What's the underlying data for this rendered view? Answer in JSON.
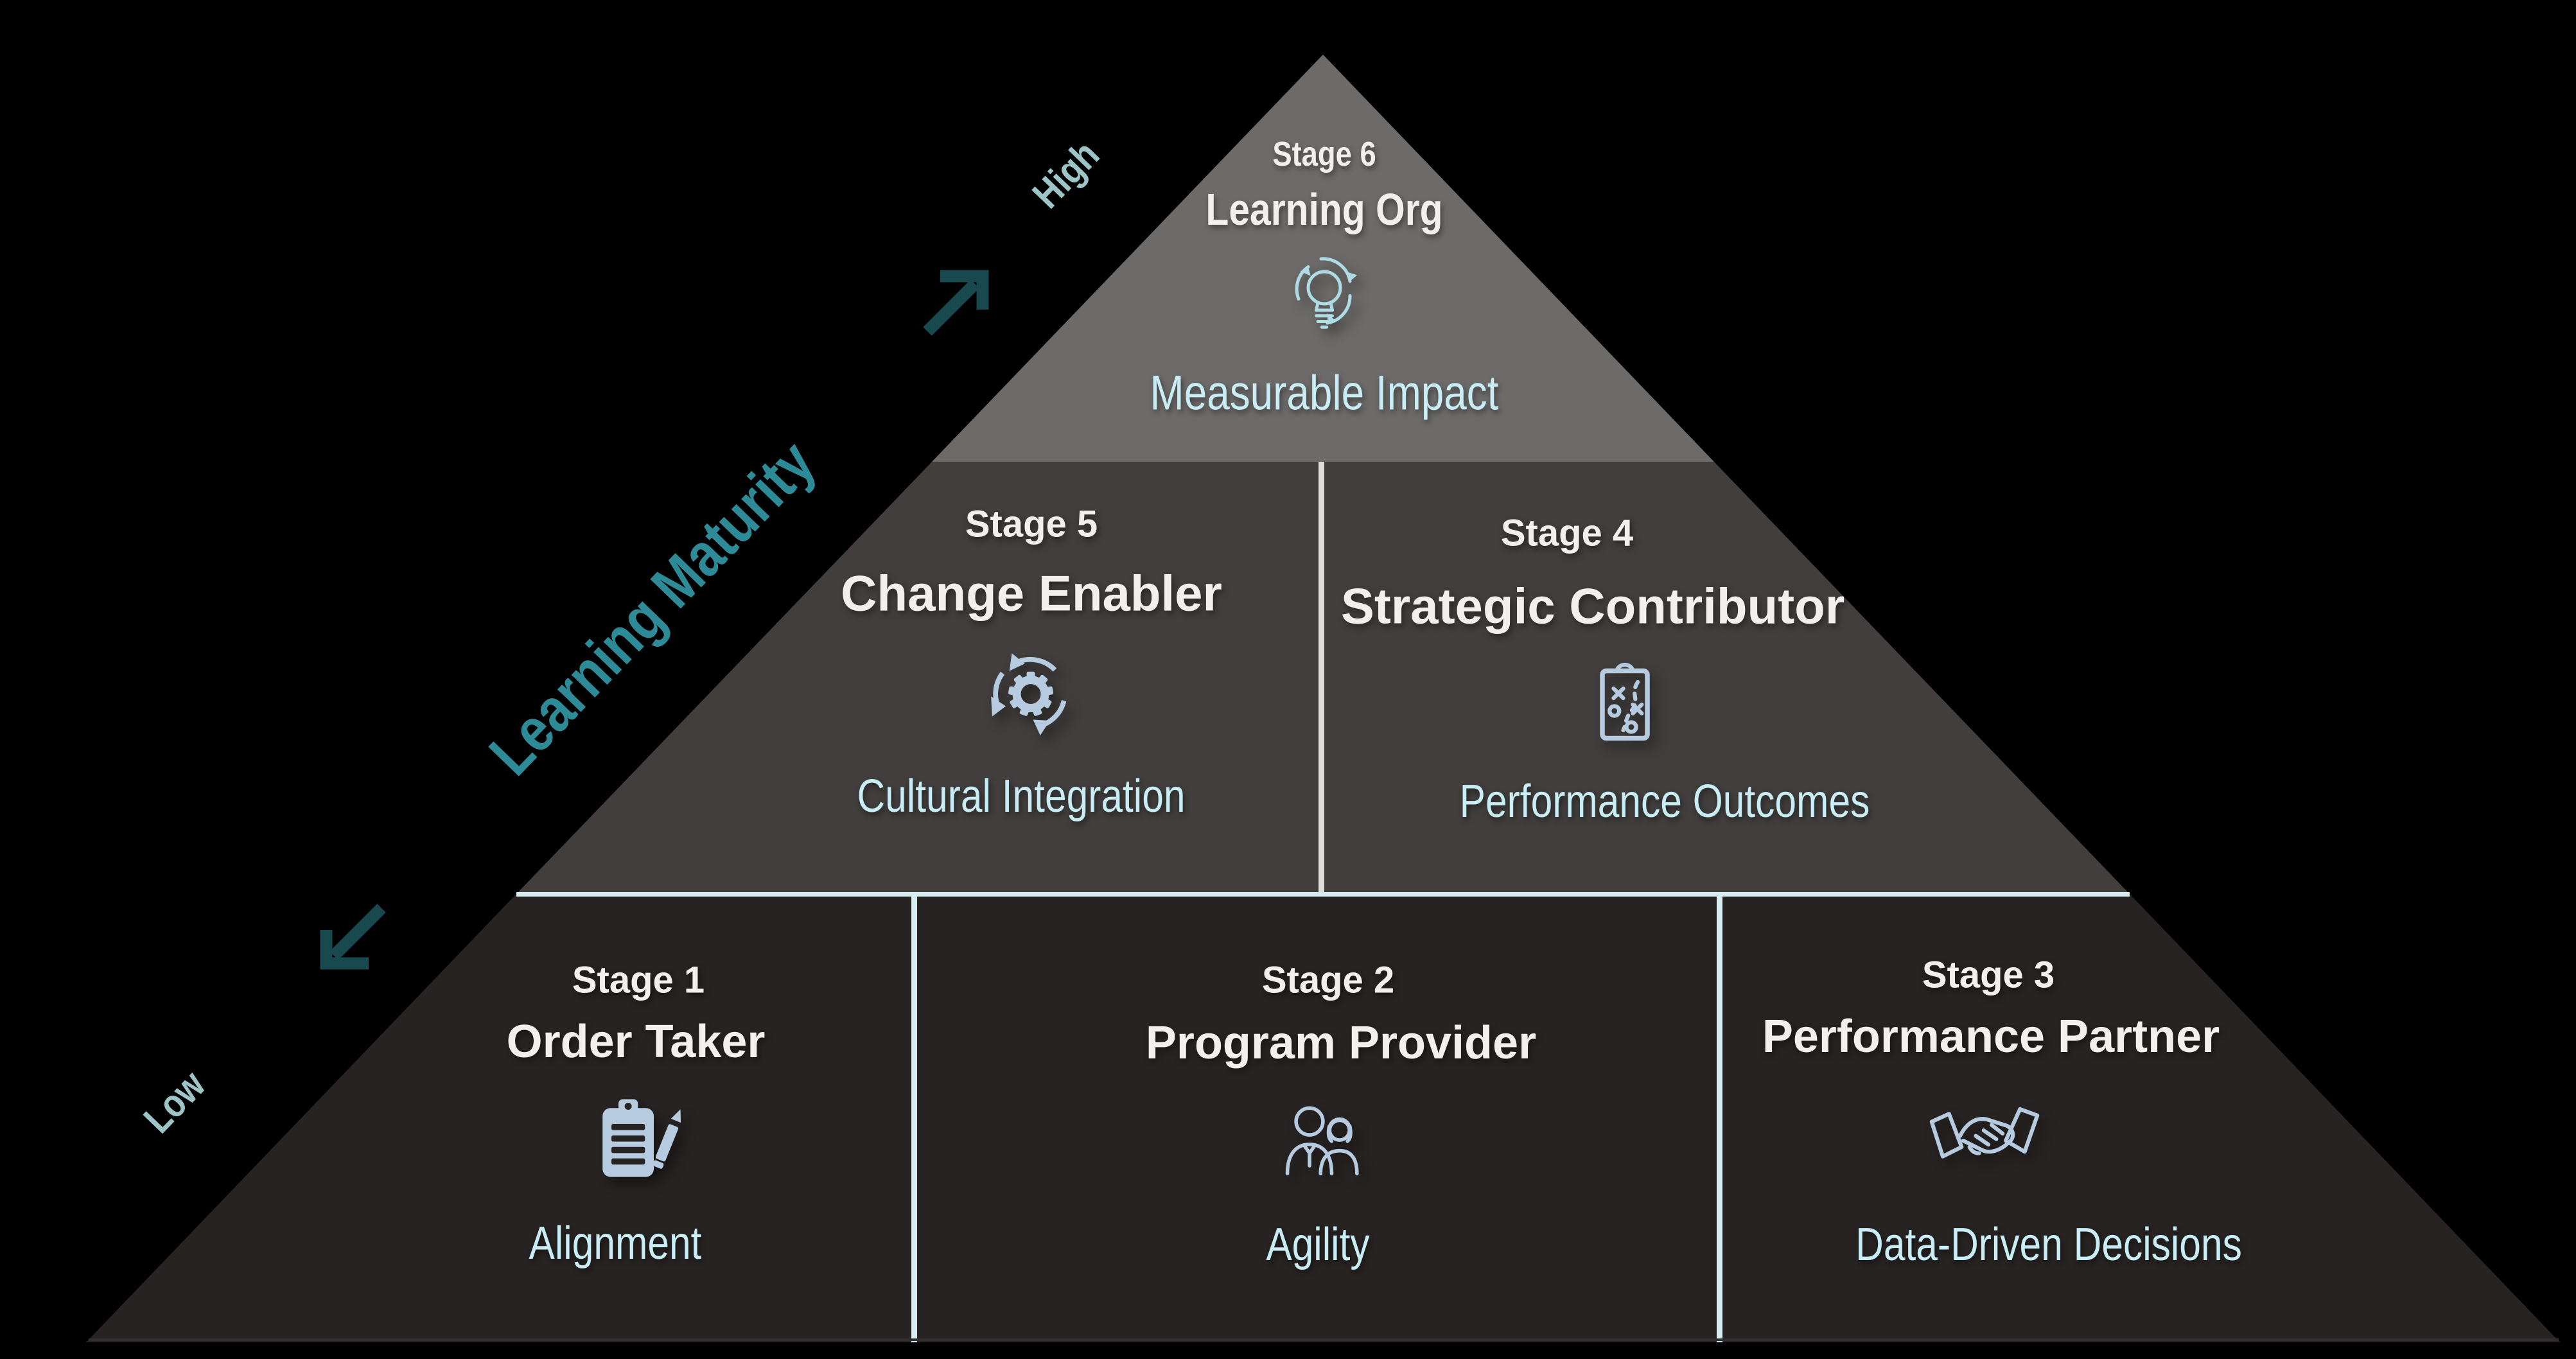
{
  "diagram": {
    "type": "pyramid",
    "levels": 3,
    "description_visible_text_only": "Six-stage learning maturity pyramid"
  },
  "axis": {
    "title": "Learning Maturity",
    "high_label": "High",
    "low_label": "Low"
  },
  "stages": [
    {
      "stage_label": "Stage 1",
      "name": "Order Taker",
      "focus": "Alignment",
      "icon": "clipboard-pencil-icon",
      "tier": "bottom"
    },
    {
      "stage_label": "Stage 2",
      "name": "Program Provider",
      "focus": "Agility",
      "icon": "people-icon",
      "tier": "bottom"
    },
    {
      "stage_label": "Stage 3",
      "name": "Performance Partner",
      "focus": "Data-Driven Decisions",
      "icon": "handshake-icon",
      "tier": "bottom"
    },
    {
      "stage_label": "Stage 4",
      "name": "Strategic Contributor",
      "focus": "Performance Outcomes",
      "icon": "strategy-board-icon",
      "tier": "middle"
    },
    {
      "stage_label": "Stage 5",
      "name": "Change Enabler",
      "focus": "Cultural Integration",
      "icon": "gear-cycle-icon",
      "tier": "middle"
    },
    {
      "stage_label": "Stage 6",
      "name": "Learning Org",
      "focus": "Measurable Impact",
      "icon": "lightbulb-renewal-icon",
      "tier": "top"
    }
  ],
  "colors": {
    "background": "#000000",
    "tier_top": "#6D6B6A",
    "tier_middle": "#413E3D",
    "tier_bottom": "#272322",
    "heading_text": "#F2F0EF",
    "focus_text": "#C9EDF4",
    "axis_title": "#2D8B98",
    "axis_end_labels": "#9DC4C6",
    "arrows": "#17494F",
    "divider_middle": "#DEDCDB",
    "divider_bottom": "#D6ECF3",
    "icon_steel_blue": "#B7CBE0",
    "icon_pale_cyan": "#AEDCE2"
  }
}
